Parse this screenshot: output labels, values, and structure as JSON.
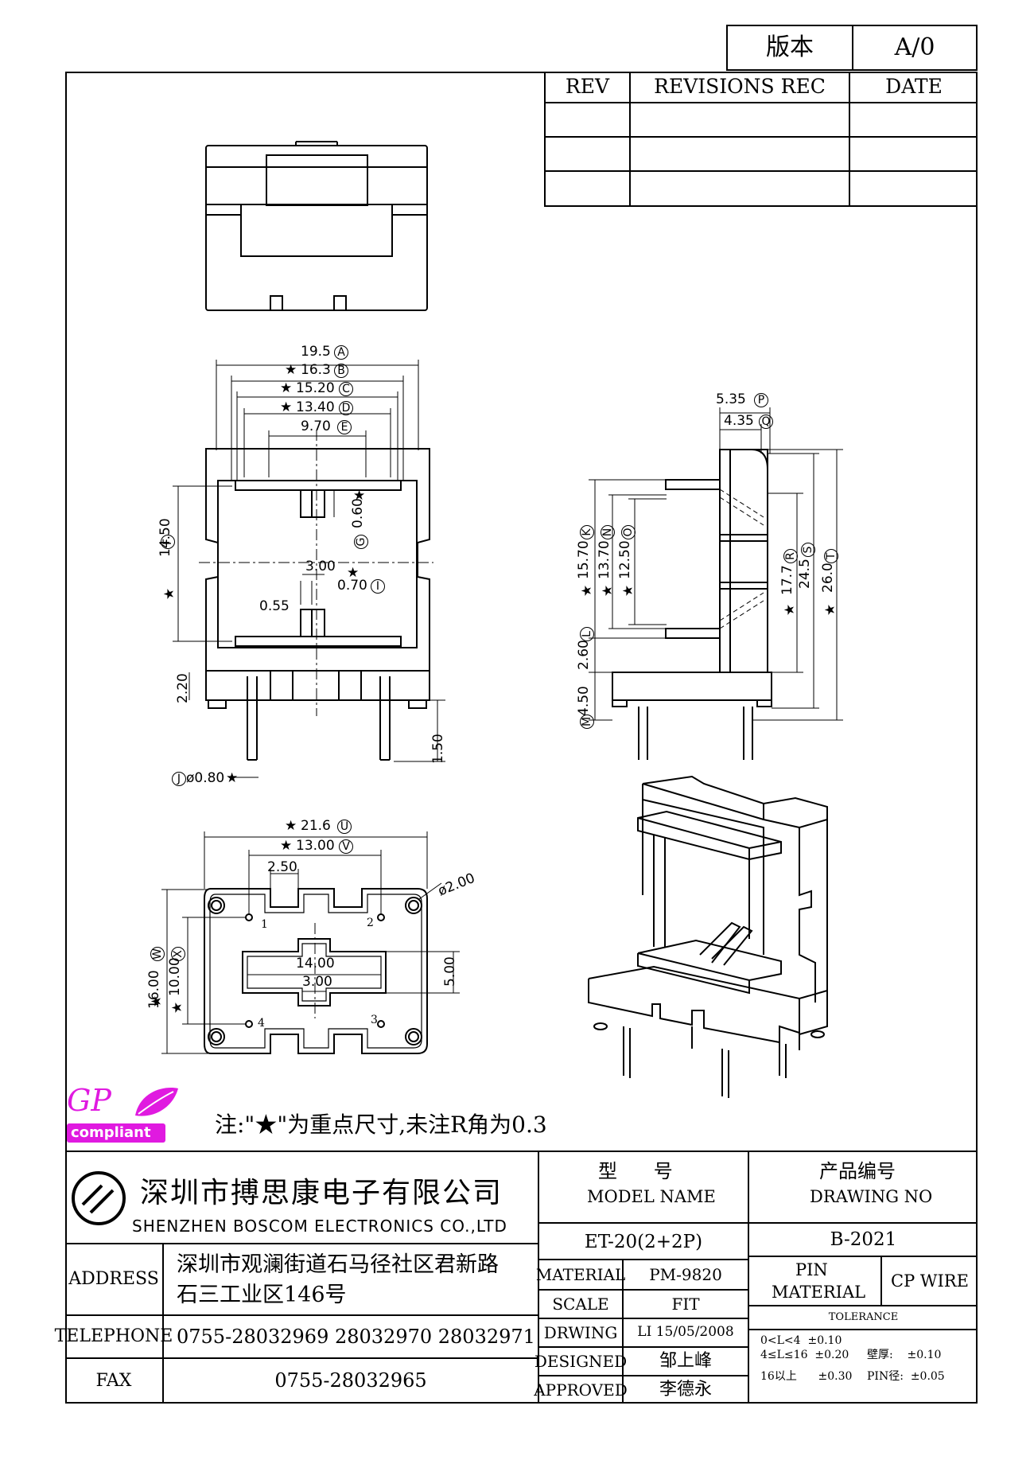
{
  "version_box": {
    "label": "版本",
    "value": "A/0"
  },
  "revisions": {
    "headers": {
      "rev": "REV",
      "rec": "REVISIONS REC",
      "date": "DATE"
    },
    "rows": [
      [
        "",
        "",
        ""
      ],
      [
        "",
        "",
        ""
      ],
      [
        "",
        "",
        ""
      ]
    ]
  },
  "dims_front": {
    "a": "19.5",
    "a_tag": "A",
    "b": "16.3",
    "b_tag": "B",
    "c": "15.20",
    "c_tag": "C",
    "d": "13.40",
    "d_tag": "D",
    "e": "9.70",
    "e_tag": "E",
    "f": "14.50",
    "f_tag": "F",
    "g": "0.60",
    "g_tag": "G",
    "h": "3.00",
    "i": "0.70",
    "i_tag": "I",
    "slot": "0.55",
    "foot": "2.20",
    "pin_len": "1.50",
    "pin_dia": "ø0.80",
    "pin_tag": "J"
  },
  "dims_side": {
    "p": "5.35",
    "p_tag": "P",
    "q": "4.35",
    "q_tag": "Q",
    "k": "15.70",
    "k_tag": "K",
    "n": "13.70",
    "n_tag": "N",
    "o": "12.50",
    "o_tag": "O",
    "r": "17.7",
    "r_tag": "R",
    "s": "24.5",
    "s_tag": "S",
    "t": "26.0",
    "t_tag": "T",
    "l": "2.60",
    "l_tag": "L",
    "m": "4.50",
    "m_tag": "M"
  },
  "dims_bottom": {
    "u": "21.6",
    "u_tag": "U",
    "v": "13.00",
    "v_tag": "V",
    "notch": "2.50",
    "hole": "ø2.00",
    "w": "16.00",
    "w_tag": "W",
    "x": "10.00",
    "x_tag": "X",
    "width14": "14.00",
    "h5": "5.00",
    "w3": "3.00",
    "pins": [
      "1",
      "2",
      "3",
      "4"
    ]
  },
  "logo": {
    "gp": "GP",
    "compliant": "compliant"
  },
  "note": "注:\"★\"为重点尺寸,未注R角为0.3",
  "company": {
    "cn": "深圳市搏思康电子有限公司",
    "en": "SHENZHEN BOSCOM ELECTRONICS CO.,LTD"
  },
  "address": {
    "label": "ADDRESS",
    "line1": "深圳市观澜街道石马径社区君新路",
    "line2": "石三工业区146号"
  },
  "telephone": {
    "label": "TELEPHONE",
    "value": "0755-28032969 28032970 28032971"
  },
  "fax": {
    "label": "FAX",
    "value": "0755-28032965"
  },
  "model": {
    "label_cn": "型      号",
    "label_en": "MODEL NAME",
    "value": "ET-20(2+2P)"
  },
  "drawing": {
    "label_cn": "产品编号",
    "label_en": "DRAWING NO",
    "value": "B-2021"
  },
  "material": {
    "label": "MATERIAL",
    "value": "PM-9820"
  },
  "scale": {
    "label": "SCALE",
    "value": "FIT"
  },
  "drwing": {
    "label": "DRWING",
    "value": "LI 15/05/2008"
  },
  "designed": {
    "label": "DESIGNED",
    "value": "邹上峰"
  },
  "approved": {
    "label": "APPROVED",
    "value": "李德永"
  },
  "pin_material": {
    "label1": "PIN",
    "label2": "MATERIAL",
    "value": "CP WIRE"
  },
  "tolerance": {
    "title": "TOLERANCE",
    "row1": "0<L<4  ±0.10",
    "row2": "4≤L≤16  ±0.20",
    "row3": "16以上      ±0.30",
    "wall": "壁厚:    ±0.10",
    "pin": "PIN径:  ±0.05"
  }
}
